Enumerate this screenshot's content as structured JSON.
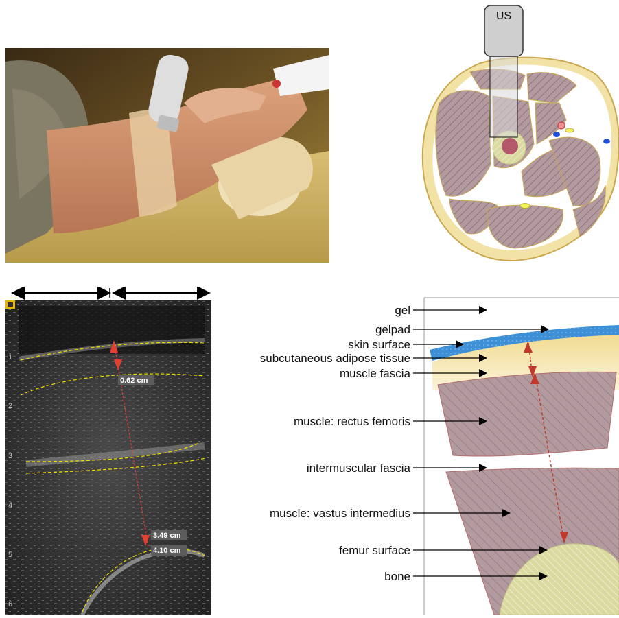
{
  "crosssection": {
    "probe_label": "US"
  },
  "ultrasound": {
    "depth_ticks": [
      "1",
      "2",
      "3",
      "4",
      "5",
      "6"
    ],
    "measurements": [
      "0.62 cm",
      "3.49 cm",
      "4.10 cm"
    ],
    "colors": {
      "dashed_boundary": "#f0e000",
      "measure_line": "#e04030"
    }
  },
  "schematic": {
    "labels": [
      "gel",
      "gelpad",
      "skin surface",
      "subcutaneous adipose tissue",
      "muscle fascia",
      "muscle: rectus femoris",
      "intermuscular fascia",
      "muscle: vastus intermedius",
      "femur surface",
      "bone"
    ],
    "colors": {
      "gelpad": "#3d8fd6",
      "adipose": "#f3e2a6",
      "muscle": "#b39a9f",
      "bone": "#d9d9a0",
      "measure": "#c0392b"
    }
  }
}
